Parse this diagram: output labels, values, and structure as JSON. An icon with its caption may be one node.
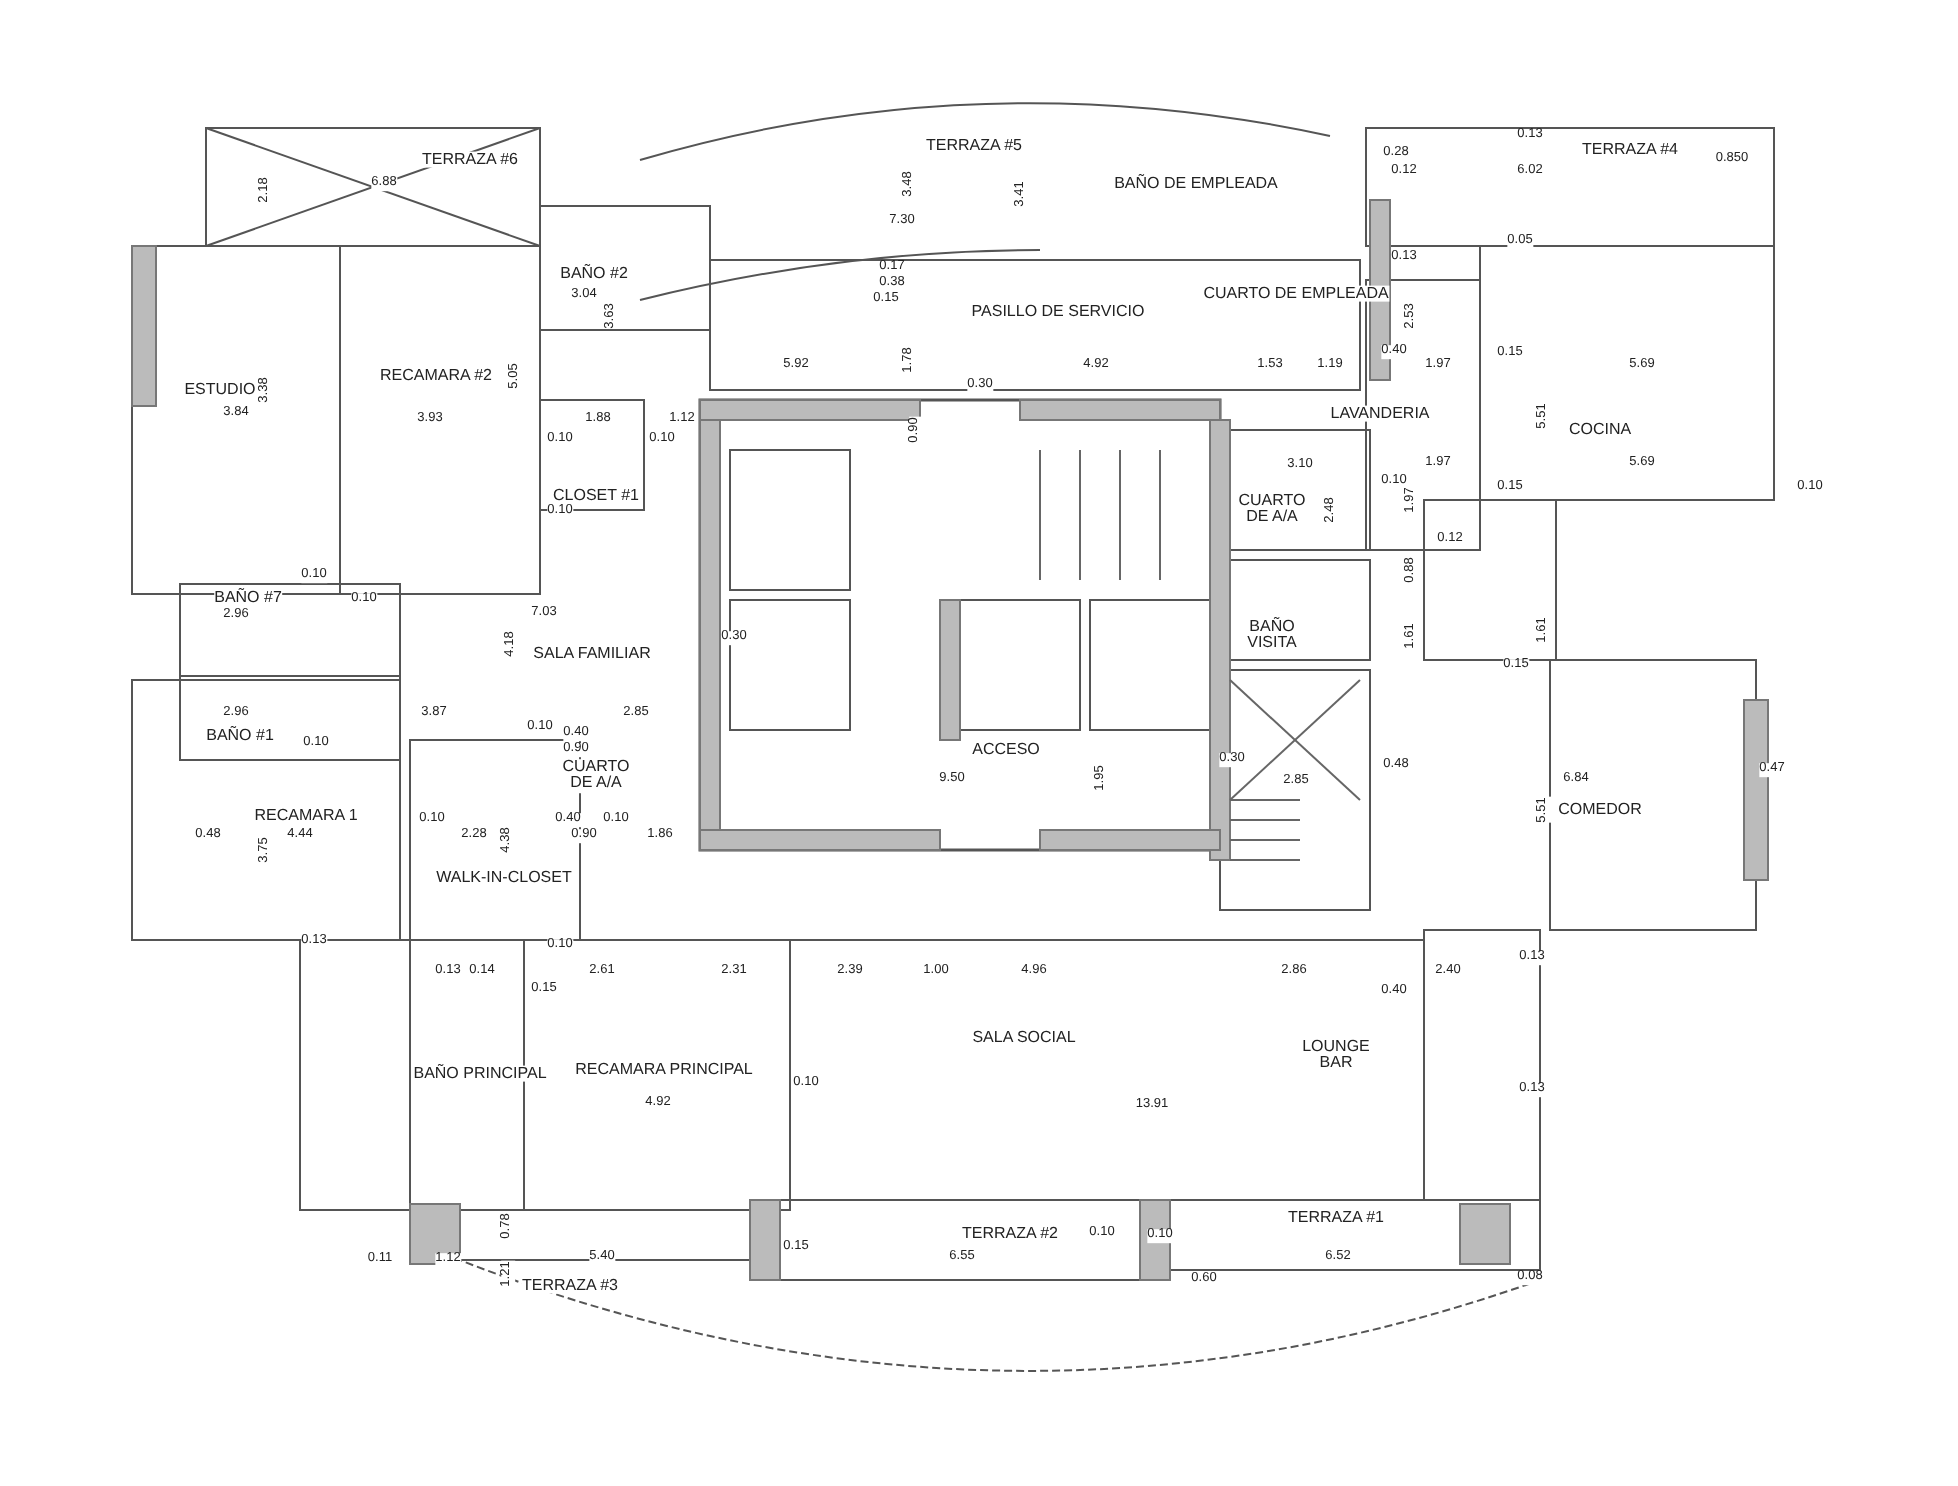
{
  "diagram": {
    "labels": [
      "TERRAZA #6",
      "6.88",
      "2.18",
      "ESTUDIO",
      "3.84",
      "3.38",
      "RECAMARA #2",
      "3.93",
      "5.05",
      "BAÑO #2",
      "3.04",
      "3.63",
      "1.88",
      "1.12",
      "0.10",
      "0.10",
      "CLOSET #1",
      "0.10",
      "0.10",
      "BAÑO #7",
      "2.96",
      "0.10",
      "7.03",
      "4.18",
      "SALA FAMILIAR",
      "0.30",
      "2.96",
      "BAÑO #1",
      "0.10",
      "3.87",
      "2.85",
      "0.10",
      "0.40",
      "0.90",
      "CUARTO DE A/A",
      "TERRAZA #5",
      "3.48",
      "3.41",
      "7.30",
      "BAÑO DE EMPLEADA",
      "0.17",
      "0.38",
      "0.15",
      "PASILLO DE SERVICIO",
      "CUARTO DE EMPLEADA",
      "5.92",
      "1.78",
      "4.92",
      "1.53",
      "1.19",
      "0.30",
      "0.90",
      "LAVANDERIA",
      "3.10",
      "CUARTO DE A/A",
      "2.48",
      "BAÑO VISITA",
      "ACCESO",
      "9.50",
      "1.95",
      "0.30",
      "2.85",
      "TERRAZA #4",
      "0.13",
      "0.28",
      "0.12",
      "6.02",
      "0.850",
      "0.05",
      "0.13",
      "2.53",
      "0.40",
      "1.97",
      "0.15",
      "5.69",
      "5.51",
      "COCINA",
      "1.97",
      "0.10",
      "1.97",
      "0.15",
      "5.69",
      "0.10",
      "0.12",
      "0.88",
      "1.61",
      "1.61",
      "0.15",
      "0.47",
      "6.84",
      "5.51",
      "COMEDOR",
      "0.48",
      "RECAMARA 1",
      "0.48",
      "4.44",
      "3.75",
      "0.10",
      "2.28",
      "4.38",
      "0.40",
      "0.90",
      "0.10",
      "1.86",
      "WALK-IN-CLOSET",
      "0.13",
      "0.10",
      "0.13",
      "0.14",
      "2.61",
      "2.31",
      "0.15",
      "BAÑO PRINCIPAL",
      "RECAMARA PRINCIPAL",
      "4.92",
      "0.78",
      "0.11",
      "1.12",
      "5.40",
      "1.21",
      "TERRAZA #3",
      "2.39",
      "1.00",
      "4.96",
      "2.86",
      "SALA SOCIAL",
      "0.10",
      "13.91",
      "LOUNGE BAR",
      "2.40",
      "0.40",
      "0.13",
      "0.13",
      "0.15",
      "TERRAZA #2",
      "0.10",
      "0.10",
      "6.55",
      "0.60",
      "TERRAZA #1",
      "6.52",
      "0.08"
    ]
  }
}
